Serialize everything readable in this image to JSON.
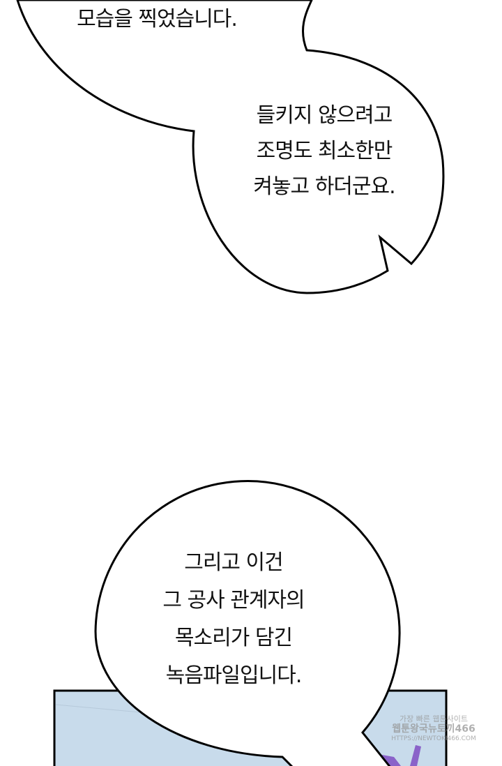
{
  "bubbles": [
    {
      "lines": [
        "모습을 찍었습니다."
      ]
    },
    {
      "lines": [
        "들키지 않으려고",
        "조명도 최소한만",
        "켜놓고 하더군요."
      ]
    },
    {
      "lines": [
        "그리고 이건",
        "그 공사 관계자의",
        "목소리가 담긴",
        "녹음파일입니다."
      ]
    }
  ],
  "watermark": {
    "line1": "가장 빠른 웹툰사이트",
    "line2": "웹툰왕국뉴토끼466",
    "line3": "HTTPS://NEWTOKI466.COM"
  },
  "colors": {
    "panel": "#c8dbeb",
    "stroke": "#000000",
    "accent": "#8a63c9"
  }
}
